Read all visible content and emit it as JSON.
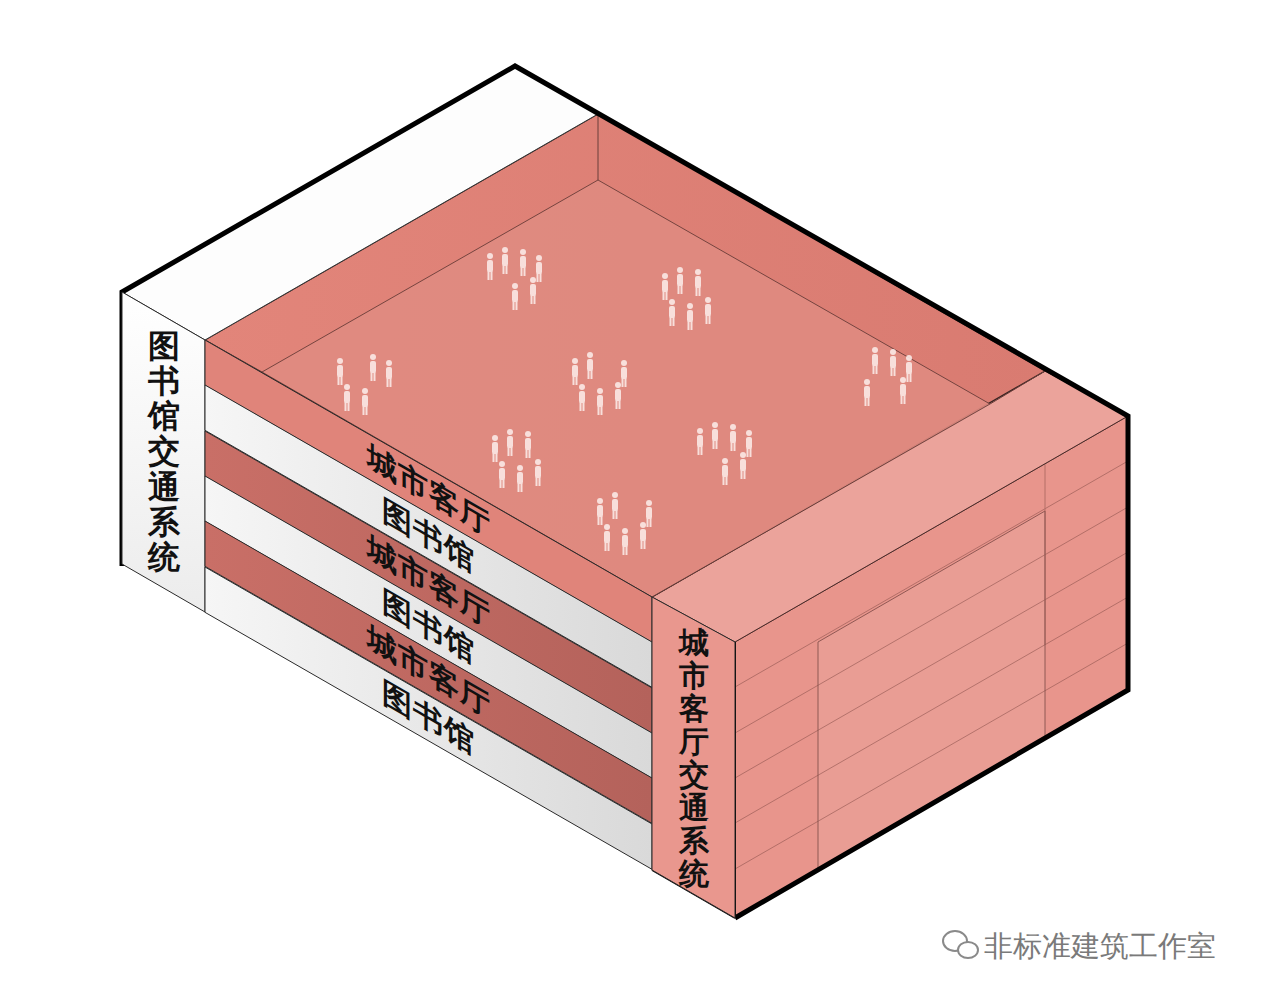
{
  "diagram": {
    "nodes": [
      {
        "text": [
          "图书馆交通系统"
        ]
      },
      {
        "text": [
          "城市客厅"
        ]
      },
      {
        "text": [
          "图书馆"
        ]
      },
      {
        "text": [
          "城市客厅"
        ]
      },
      {
        "text": [
          "图书馆"
        ]
      },
      {
        "text": [
          "城市客厅"
        ]
      },
      {
        "text": [
          "图书馆"
        ]
      },
      {
        "text": [
          "城市客厅交通系统"
        ]
      }
    ],
    "labels": [
      "非标准建筑工作室"
    ]
  }
}
